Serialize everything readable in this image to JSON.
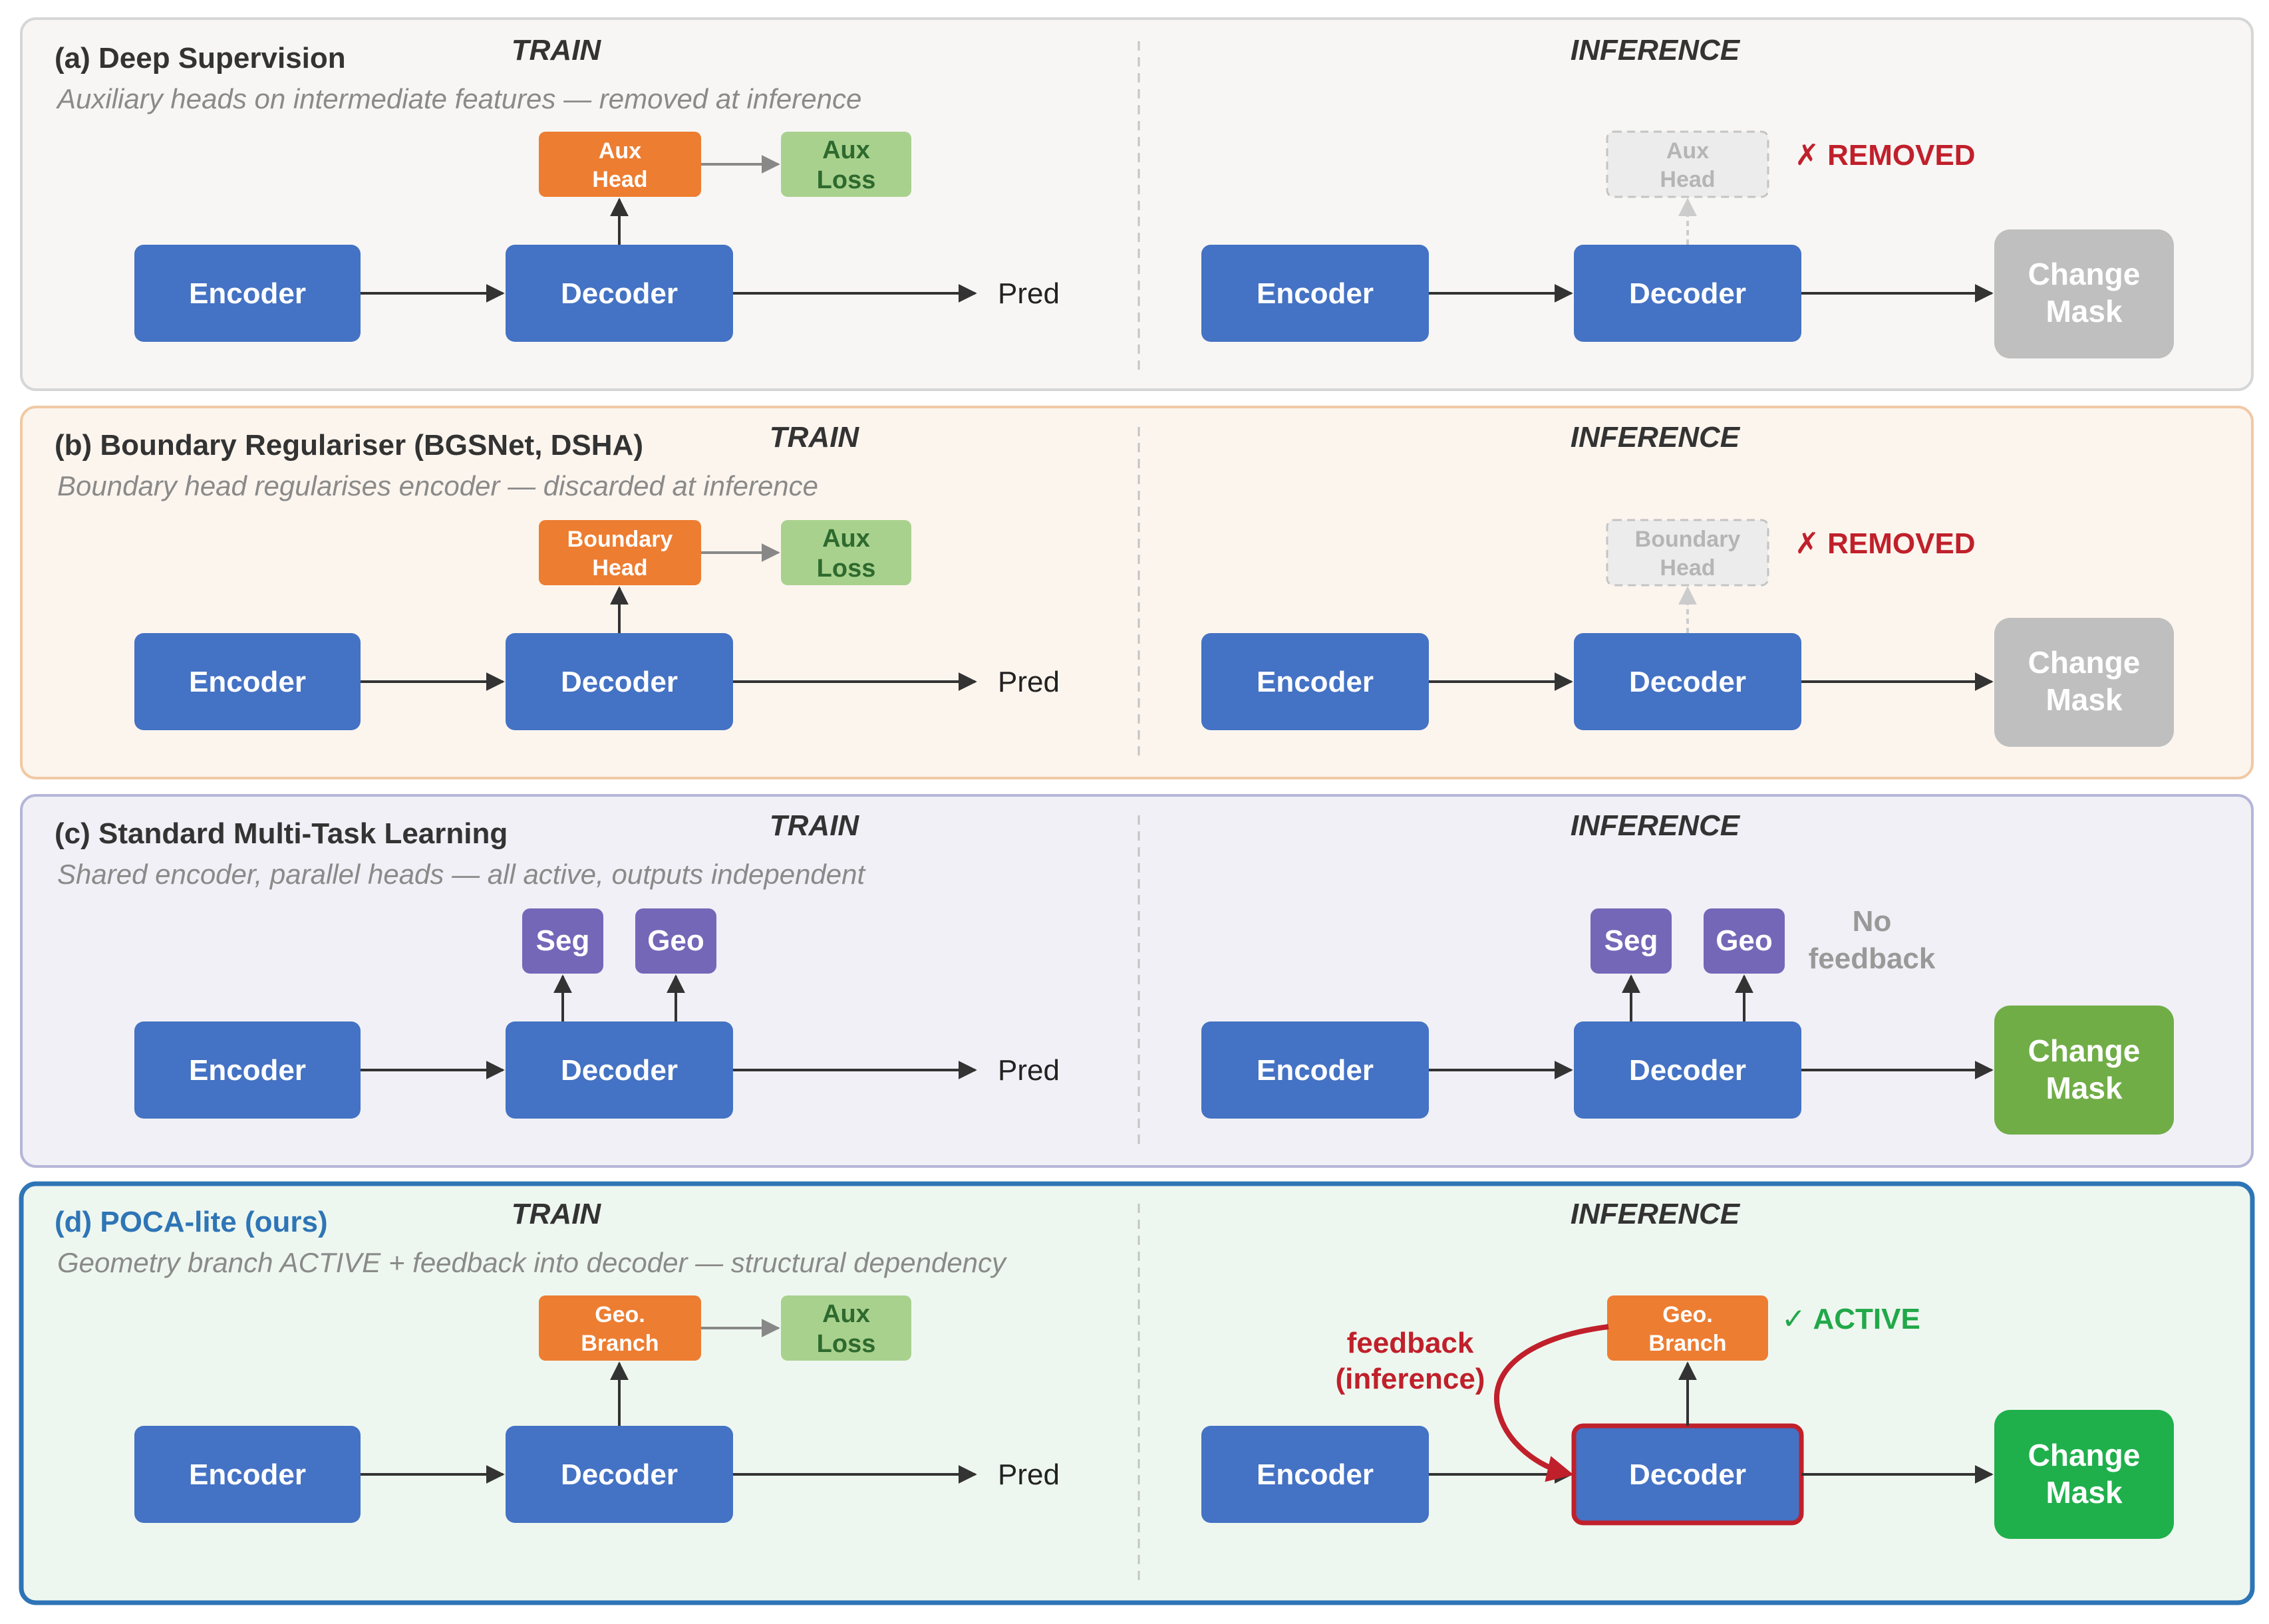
{
  "colors": {
    "block_blue": "#4472c4",
    "orange": "#ed7d31",
    "loss_green": "#a9d18e",
    "purple": "#7467b8",
    "mask_gray": "#bfbfbf",
    "mask_green_c": "#70ad47",
    "mask_green_d": "#1fb04c",
    "feedback_red": "#c0202b"
  },
  "panels": [
    {
      "id": "a",
      "title": "(a) Deep Supervision",
      "subtitle": "Auxiliary heads on intermediate features — removed at inference",
      "train_label": "TRAIN",
      "inference_label": "INFERENCE",
      "encoder": "Encoder",
      "decoder": "Decoder",
      "pred": "Pred",
      "head_lines": [
        "Aux",
        "Head"
      ],
      "loss_lines": [
        "Aux",
        "Loss"
      ],
      "ghost_head_lines": [
        "Aux",
        "Head"
      ],
      "status": "✗ REMOVED",
      "mask_lines": [
        "Change",
        "Mask"
      ]
    },
    {
      "id": "b",
      "title": "(b) Boundary Regulariser (BGSNet, DSHA)",
      "subtitle": "Boundary head regularises encoder — discarded at inference",
      "train_label": "TRAIN",
      "inference_label": "INFERENCE",
      "encoder": "Encoder",
      "decoder": "Decoder",
      "pred": "Pred",
      "head_lines": [
        "Boundary",
        "Head"
      ],
      "loss_lines": [
        "Aux",
        "Loss"
      ],
      "ghost_head_lines": [
        "Boundary",
        "Head"
      ],
      "status": "✗ REMOVED",
      "mask_lines": [
        "Change",
        "Mask"
      ]
    },
    {
      "id": "c",
      "title": "(c) Standard Multi-Task Learning",
      "subtitle": "Shared encoder, parallel heads — all active, outputs independent",
      "train_label": "TRAIN",
      "inference_label": "INFERENCE",
      "encoder": "Encoder",
      "decoder": "Decoder",
      "pred": "Pred",
      "seg": "Seg",
      "geo": "Geo",
      "status_lines": [
        "No",
        "feedback"
      ],
      "mask_lines": [
        "Change",
        "Mask"
      ]
    },
    {
      "id": "d",
      "title": "(d) POCA-lite (ours)",
      "subtitle": "Geometry branch ACTIVE + feedback into decoder — structural dependency",
      "train_label": "TRAIN",
      "inference_label": "INFERENCE",
      "encoder": "Encoder",
      "decoder": "Decoder",
      "pred": "Pred",
      "head_lines": [
        "Geo.",
        "Branch"
      ],
      "loss_lines": [
        "Aux",
        "Loss"
      ],
      "branch_lines": [
        "Geo.",
        "Branch"
      ],
      "status": "✓ ACTIVE",
      "feedback_lines": [
        "feedback",
        "(inference)"
      ],
      "mask_lines": [
        "Change",
        "Mask"
      ]
    }
  ]
}
